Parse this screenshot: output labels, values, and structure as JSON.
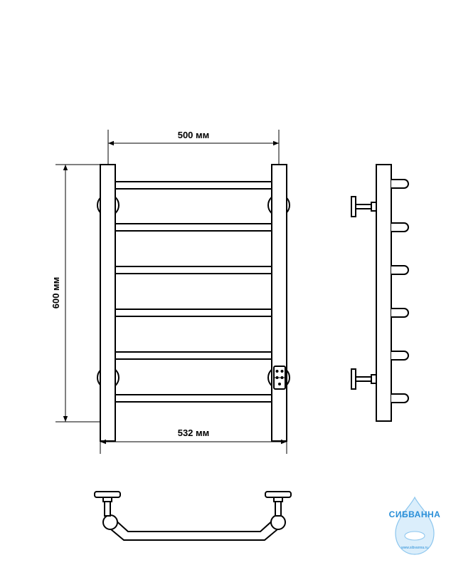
{
  "dimensions": {
    "width_label": "500 мм",
    "height_label": "600 мм",
    "overall_width_label": "532 мм"
  },
  "watermark": {
    "brand": "СИБВАННА",
    "url": "www.sibvanna.ru",
    "color": "#2a8fd8"
  }
}
